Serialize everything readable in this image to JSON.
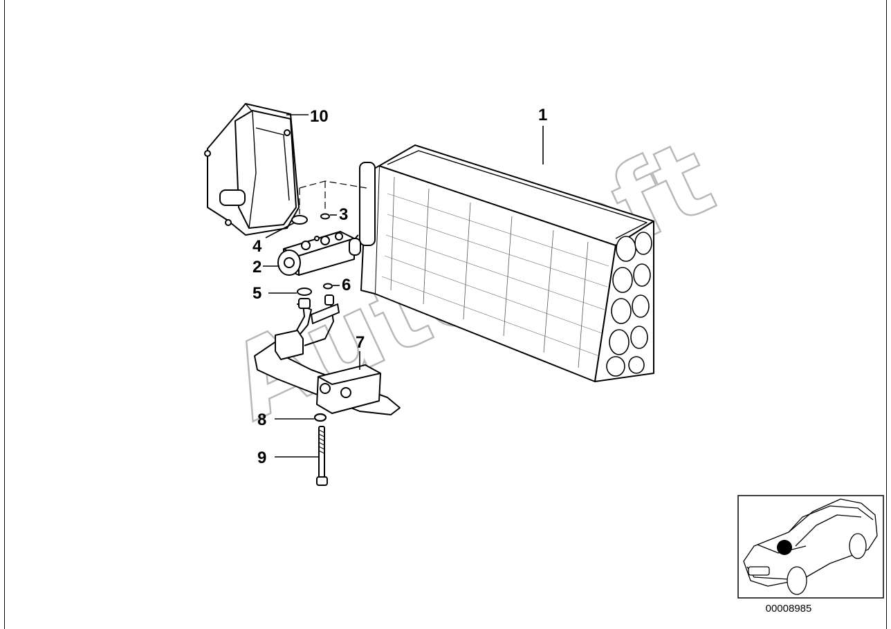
{
  "callouts": [
    {
      "id": "1",
      "label": "1"
    },
    {
      "id": "2",
      "label": "2"
    },
    {
      "id": "3",
      "label": "3"
    },
    {
      "id": "4",
      "label": "4"
    },
    {
      "id": "5",
      "label": "5"
    },
    {
      "id": "6",
      "label": "6"
    },
    {
      "id": "7",
      "label": "7"
    },
    {
      "id": "8",
      "label": "8"
    },
    {
      "id": "9",
      "label": "9"
    },
    {
      "id": "10",
      "label": "10"
    }
  ],
  "watermark": "AutoSoft",
  "reference_number": "00008985",
  "locator": {
    "marker_color": "#000000"
  }
}
